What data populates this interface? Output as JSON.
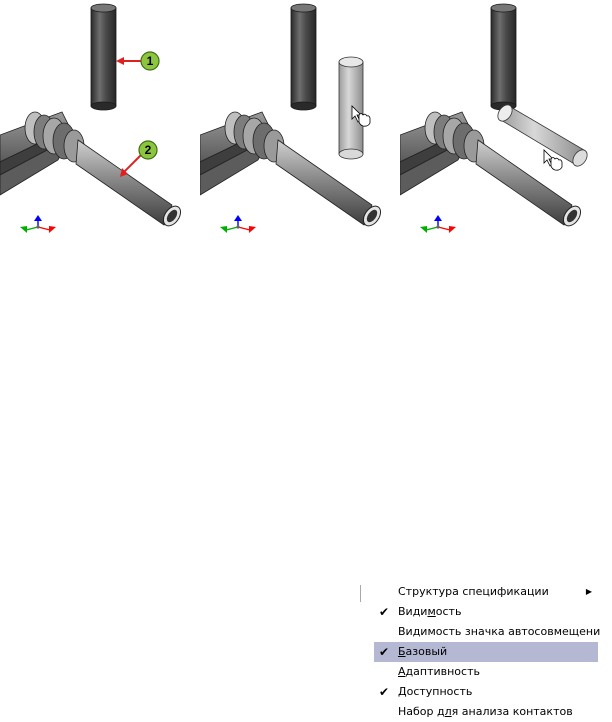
{
  "callouts": [
    {
      "number": "1"
    },
    {
      "number": "2"
    }
  ],
  "colors": {
    "callout_fill": "#8cc63f",
    "callout_arrow": "#e02020",
    "highlight": "#b5b8d3",
    "axis_x": "#ff0000",
    "axis_y": "#00b000",
    "axis_z": "#0000ff"
  },
  "context_menu": {
    "items": [
      {
        "pre": "Структура спецификации",
        "key": "",
        "post": "",
        "checked": false,
        "submenu": true,
        "highlighted": false
      },
      {
        "pre": "Види",
        "key": "м",
        "post": "ость",
        "checked": true,
        "submenu": false,
        "highlighted": false
      },
      {
        "pre": "Видимость значка автосовмещения",
        "key": "",
        "post": "",
        "checked": false,
        "submenu": false,
        "highlighted": false
      },
      {
        "pre": "",
        "key": "Б",
        "post": "азовый",
        "checked": true,
        "submenu": false,
        "highlighted": true
      },
      {
        "pre": "",
        "key": "А",
        "post": "даптивность",
        "checked": false,
        "submenu": false,
        "highlighted": false
      },
      {
        "pre": "",
        "key": "Д",
        "post": "оступность",
        "checked": true,
        "submenu": false,
        "highlighted": false
      },
      {
        "pre": "Набор д",
        "key": "л",
        "post": "я анализа контактов",
        "checked": false,
        "submenu": false,
        "highlighted": false
      }
    ],
    "check_glyph": "✔",
    "submenu_glyph": "▶"
  }
}
